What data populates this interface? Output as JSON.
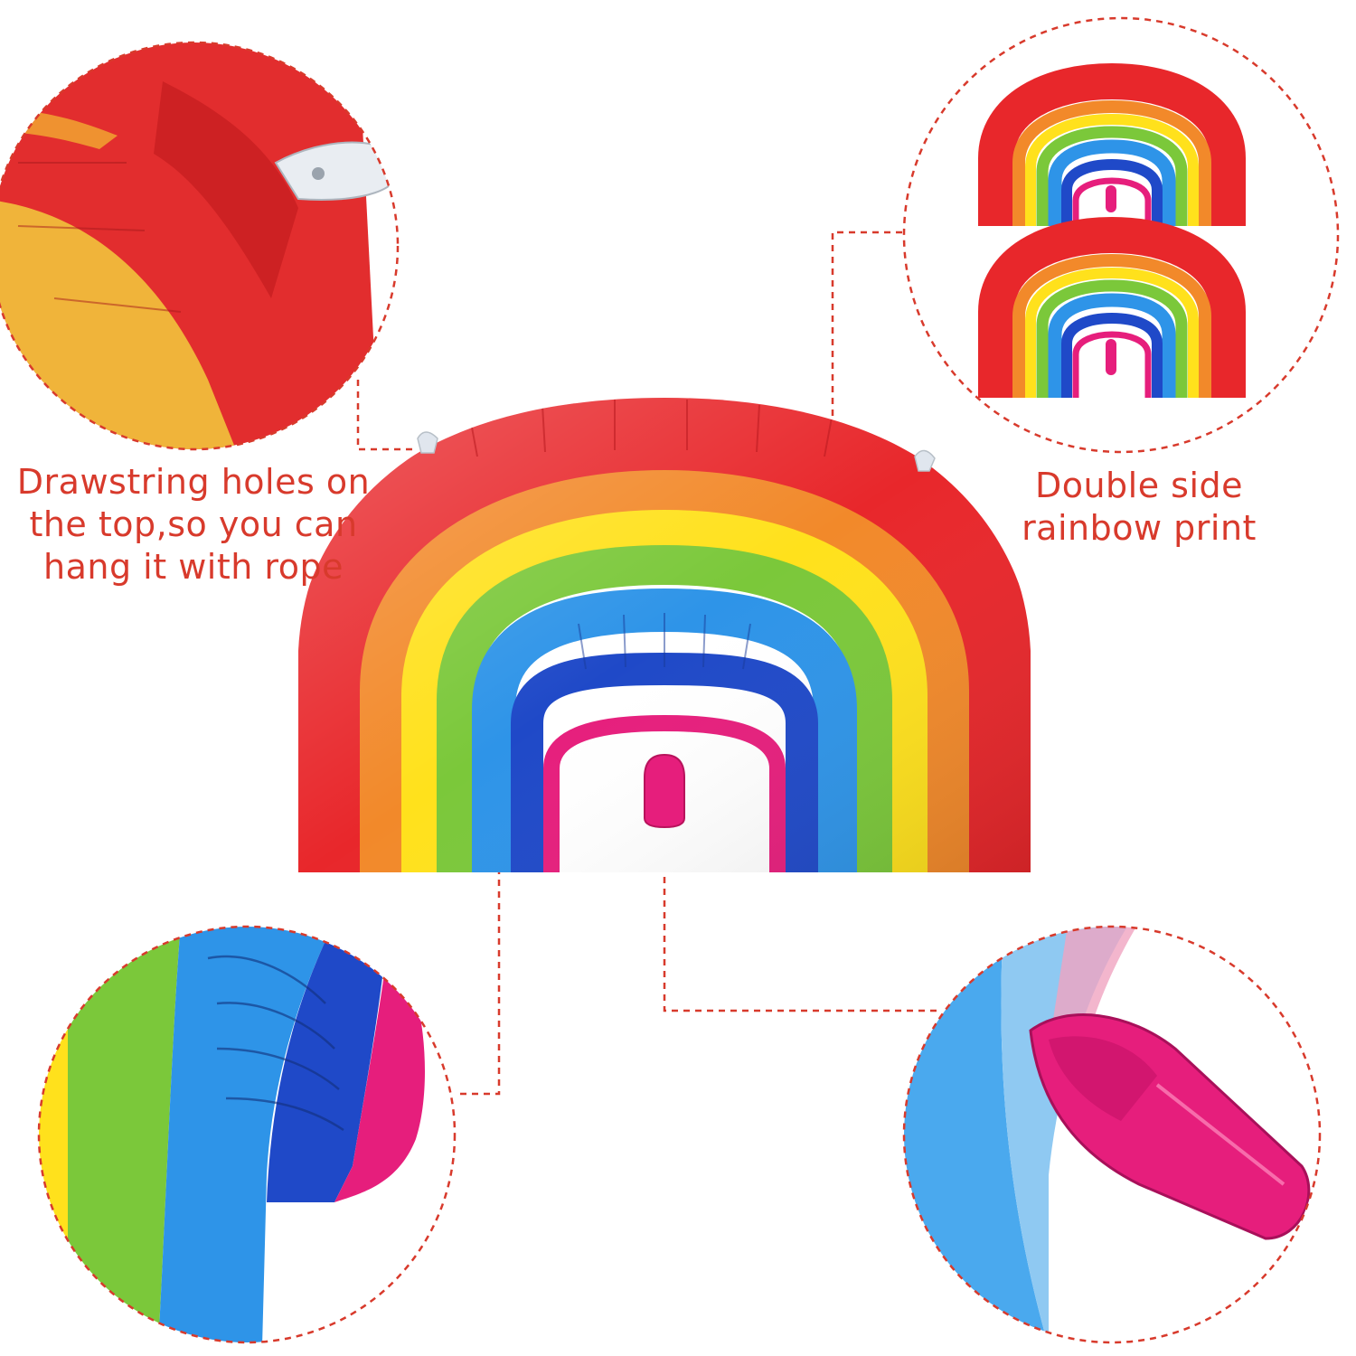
{
  "page": {
    "background": "#ffffff",
    "accent_color": "#d83a2c",
    "callout_line_style": "dashed"
  },
  "callouts": {
    "drawstring": {
      "lines": [
        "Drawstring holes on",
        "the top,so you can",
        "hang it with rope"
      ]
    },
    "double_side": {
      "lines": [
        "Double side",
        "rainbow print"
      ]
    }
  },
  "product": {
    "name_icon": "rainbow-foil-balloon",
    "band_colors": [
      "#e8272b",
      "#f2892a",
      "#ffe11c",
      "#7bc83a",
      "#2e94e8",
      "#1f49c8",
      "#e61e7c"
    ]
  },
  "zoom_circles": [
    {
      "id": "top-left",
      "shows": "drawstring-hole-detail"
    },
    {
      "id": "top-right",
      "shows": "two-balloons-double-side"
    },
    {
      "id": "bottom-left",
      "shows": "seam-detail"
    },
    {
      "id": "bottom-right",
      "shows": "inflation-valve-detail"
    }
  ]
}
